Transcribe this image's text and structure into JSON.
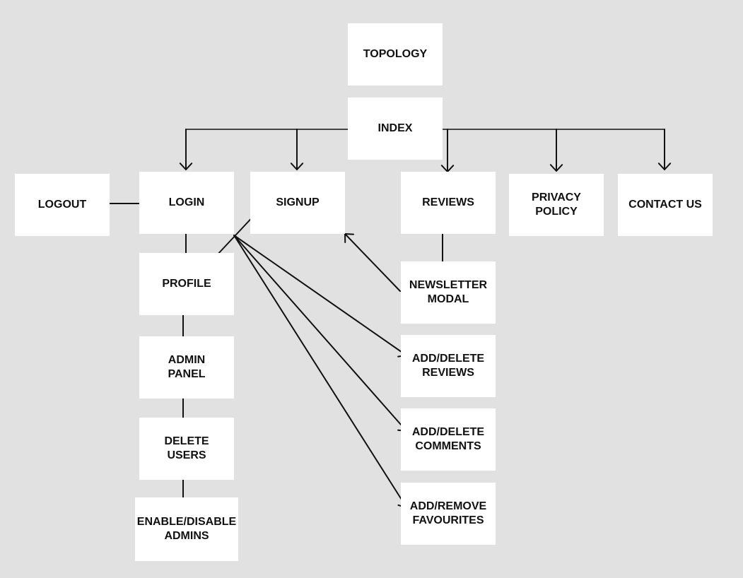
{
  "colors": {
    "background": "#e1e1e1",
    "box": "#ffffff",
    "line": "#111111",
    "text": "#111111"
  },
  "nodes": {
    "topology": "TOPOLOGY",
    "index": "INDEX",
    "logout": "LOGOUT",
    "login": "LOGIN",
    "signup": "SIGNUP",
    "reviews": "REVIEWS",
    "privacy_policy": "PRIVACY\nPOLICY",
    "contact_us": "CONTACT US",
    "profile": "PROFILE",
    "admin_panel": "ADMIN\nPANEL",
    "delete_users": "DELETE\nUSERS",
    "enable_disable_admins": "ENABLE/DISABLE\nADMINS",
    "newsletter_modal": "NEWSLETTER\nMODAL",
    "add_delete_reviews": "ADD/DELETE\nREVIEWS",
    "add_delete_comments": "ADD/DELETE\nCOMMENTS",
    "add_remove_favourites": "ADD/REMOVE\nFAVOURITES"
  },
  "edges": [
    {
      "from": "index",
      "to": "login"
    },
    {
      "from": "index",
      "to": "signup"
    },
    {
      "from": "index",
      "to": "reviews"
    },
    {
      "from": "index",
      "to": "privacy_policy"
    },
    {
      "from": "index",
      "to": "contact_us"
    },
    {
      "from": "login",
      "to": "logout"
    },
    {
      "from": "login",
      "to": "profile"
    },
    {
      "from": "signup",
      "to": "profile"
    },
    {
      "from": "profile",
      "to": "admin_panel"
    },
    {
      "from": "admin_panel",
      "to": "delete_users"
    },
    {
      "from": "delete_users",
      "to": "enable_disable_admins"
    },
    {
      "from": "reviews",
      "to": "newsletter_modal"
    },
    {
      "from": "newsletter_modal",
      "to": "signup"
    },
    {
      "from": "login",
      "to": "add_delete_reviews"
    },
    {
      "from": "login",
      "to": "add_delete_comments"
    },
    {
      "from": "login",
      "to": "add_remove_favourites"
    }
  ]
}
